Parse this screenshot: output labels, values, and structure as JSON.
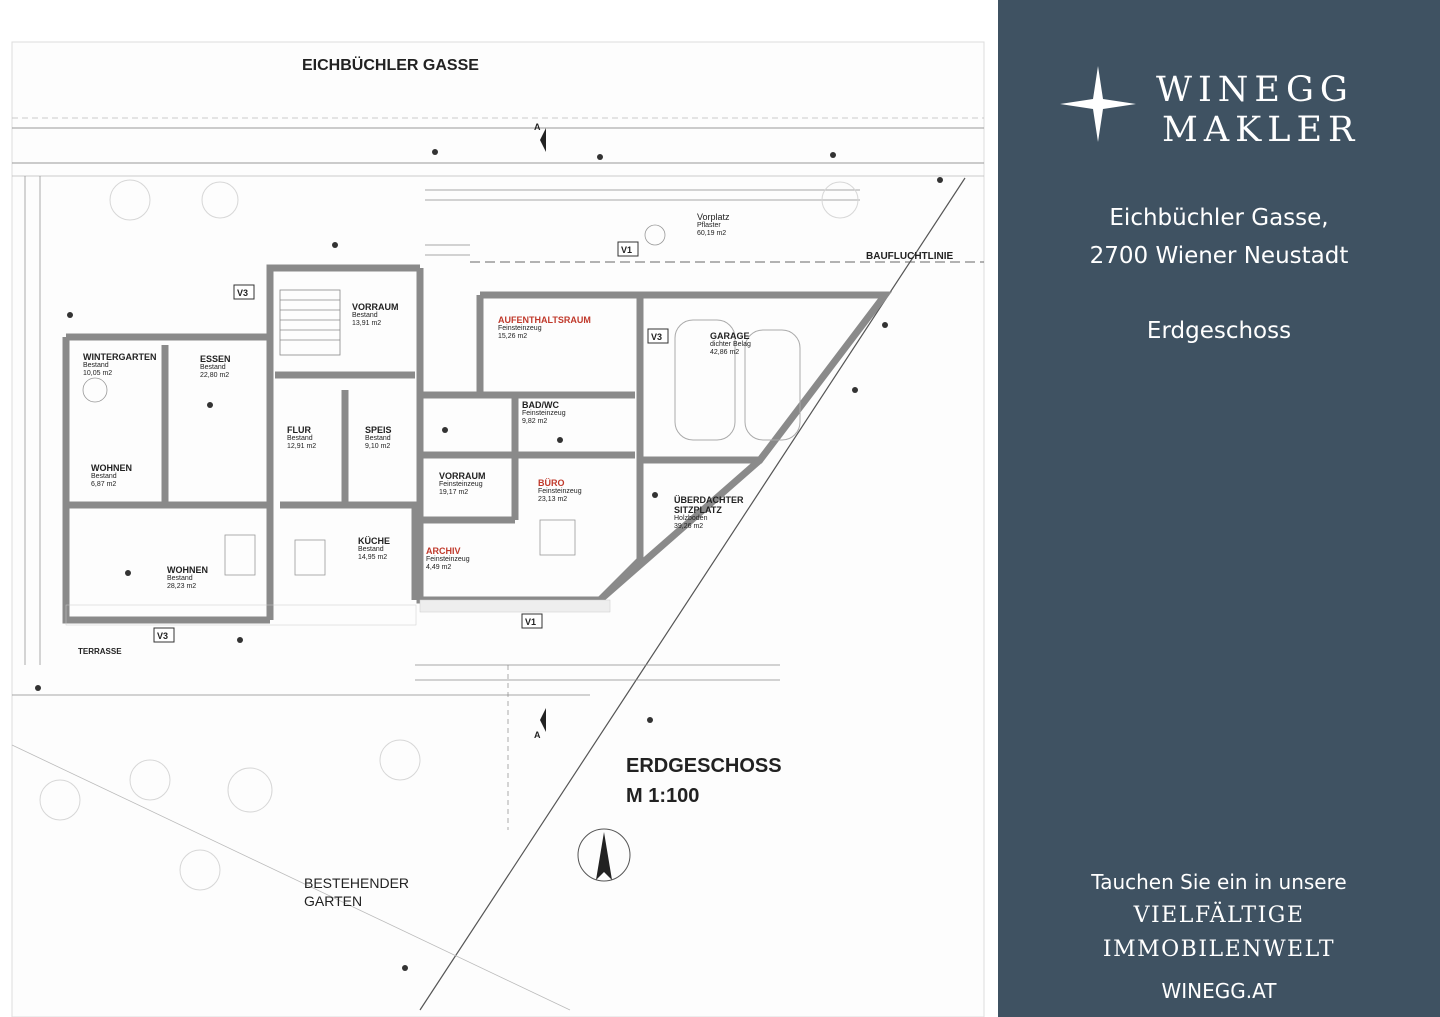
{
  "plan": {
    "street": "EICHBÜCHLER GASSE",
    "baufluchtlinie": "BAUFLUCHTLINIE",
    "title": "ERDGESCHOSS",
    "scale": "M 1:100",
    "garden": [
      "BESTEHENDER",
      "GARTEN"
    ],
    "terrasse": "TERRASSE",
    "section_marker": "A",
    "rooms": [
      {
        "id": "wintergarten",
        "name": "WINTERGARTEN",
        "detail": "Bestand",
        "area": "10,05 m2"
      },
      {
        "id": "essen",
        "name": "ESSEN",
        "detail": "Bestand",
        "area": "22,80 m2"
      },
      {
        "id": "vorraum1",
        "name": "VORRAUM",
        "detail": "Bestand",
        "area": "13,91 m2"
      },
      {
        "id": "aufenthaltsraum",
        "name": "AUFENTHALTSRAUM",
        "detail": "Feinsteinzeug",
        "area": "15,26 m2"
      },
      {
        "id": "garage",
        "name": "GARAGE",
        "detail": "dichter Belag",
        "area": "42,86 m2"
      },
      {
        "id": "flur",
        "name": "FLUR",
        "detail": "Bestand",
        "area": "12,91 m2"
      },
      {
        "id": "speis",
        "name": "SPEIS",
        "detail": "Bestand",
        "area": "9,10 m2"
      },
      {
        "id": "badwc",
        "name": "BAD/WC",
        "detail": "Feinsteinzeug",
        "area": "9,82 m2"
      },
      {
        "id": "wohnen1",
        "name": "WOHNEN",
        "detail": "Bestand",
        "area": "6,87 m2"
      },
      {
        "id": "vorraum2",
        "name": "VORRAUM",
        "detail": "Feinsteinzeug",
        "area": "19,17 m2"
      },
      {
        "id": "buero",
        "name": "BÜRO",
        "detail": "Feinsteinzeug",
        "area": "23,13 m2"
      },
      {
        "id": "sitzplatz",
        "name": "ÜBERDACHTER SITZPLATZ",
        "detail": "Holzboden",
        "area": "39,26 m2"
      },
      {
        "id": "kueche",
        "name": "KÜCHE",
        "detail": "Bestand",
        "area": "14,95 m2"
      },
      {
        "id": "archiv",
        "name": "ARCHIV",
        "detail": "Feinsteinzeug",
        "area": "4,49 m2"
      },
      {
        "id": "wohnen2",
        "name": "WOHNEN",
        "detail": "Bestand",
        "area": "28,23 m2"
      },
      {
        "id": "vorplatz",
        "name": "Vorplatz",
        "detail": "Pflaster",
        "area": "60,19 m2"
      }
    ],
    "markers": [
      "V3",
      "V1",
      "V3",
      "V1",
      "V3"
    ]
  },
  "brand": {
    "line1": "WINEGG",
    "line2": "MAKLER"
  },
  "address": {
    "street": "Eichbüchler Gasse,",
    "city": "2700 Wiener Neustadt",
    "floor": "Erdgeschoss"
  },
  "footer": {
    "tagline": "Tauchen Sie ein in unsere",
    "line1": "VIELFÄLTIGE",
    "line2": "IMMOBILENWELT",
    "website": "WINEGG.AT"
  },
  "colors": {
    "panel": "#3f5262",
    "wall": "#8a8a8a",
    "accent_red": "#c0392b"
  },
  "icons": [
    "compass-icon",
    "star-logo-icon"
  ]
}
